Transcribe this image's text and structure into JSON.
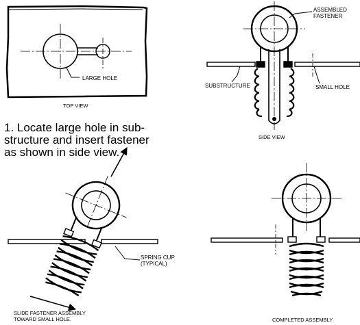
{
  "labels": {
    "top_view": "TOP VIEW",
    "large_hole": "LARGE HOLE",
    "assembled_fastener_1": "ASSEMBLED",
    "assembled_fastener_2": "FASTENER",
    "substructure": "SUBSTRUCTURE",
    "small_hole": "SMALL HOLE",
    "side_view": "SIDE VIEW",
    "spring_cup_1": "SPRING CUP",
    "spring_cup_2": "(TYPICAL)",
    "slide_1": "SLIDE FASTENER ASSEMBLY",
    "slide_2": "TOWARD SMALL HOLE.",
    "completed": "COMPLETED ASSEMBLY"
  },
  "instructions": {
    "line1": "1. Locate large hole in sub-",
    "line2": "structure and insert fastener",
    "line3": "as shown in side view."
  }
}
